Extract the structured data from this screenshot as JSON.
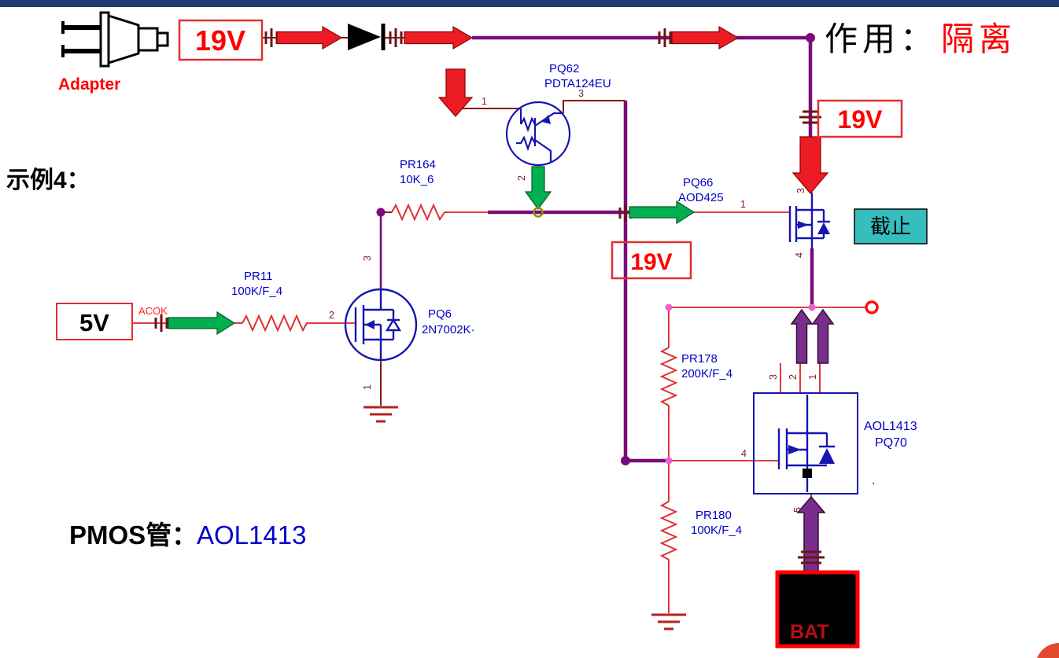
{
  "colors": {
    "top_bar": "#1d3e6e",
    "wire_purple": "#7b0c7b",
    "wire_red": "#e02020",
    "component_blue": "#1515b0",
    "label_blue": "#0000c8",
    "flow_green": "#00b050",
    "flow_red": "#ec1c24",
    "arrow_purple": "#7a2e8b",
    "cutoff_box": "#35bebe",
    "battery_border": "#ff0000"
  },
  "slide": {
    "example_label": "示例4：",
    "purpose_prefix": "作用：",
    "purpose_value": "隔离",
    "pmos_prefix": "PMOS管：",
    "pmos_value": "AOL1413",
    "cutoff_label": "截止"
  },
  "power": {
    "adapter_label": "Adapter",
    "v19_source": "19V",
    "v19_right": "19V",
    "v19_gate": "19V",
    "v5": "5V",
    "acok_signal": "ACOK",
    "battery_label": "BAT"
  },
  "components": {
    "pq62": {
      "ref": "PQ62",
      "part": "PDTA124EU",
      "pin1": "1",
      "pin2": "2",
      "pin3": "3"
    },
    "pr164": {
      "ref": "PR164",
      "value": "10K_6"
    },
    "pq66": {
      "ref": "PQ66",
      "part": "AOD425",
      "pin1": "1",
      "pin3": "3",
      "pin4": "4"
    },
    "pr11": {
      "ref": "PR11",
      "value": "100K/F_4"
    },
    "pq6": {
      "ref": "PQ6",
      "part": "2N7002K·",
      "pin1": "1",
      "pin2": "2",
      "pin3": "3"
    },
    "pr178": {
      "ref": "PR178",
      "value": "200K/F_4"
    },
    "pr180": {
      "ref": "PR180",
      "value": "100K/F_4"
    },
    "pq70": {
      "ref": "PQ70",
      "part": "AOL1413",
      "dot": ".",
      "pin1": "1",
      "pin2": "2",
      "pin3": "3",
      "pin4": "4",
      "pin5": "5"
    }
  }
}
